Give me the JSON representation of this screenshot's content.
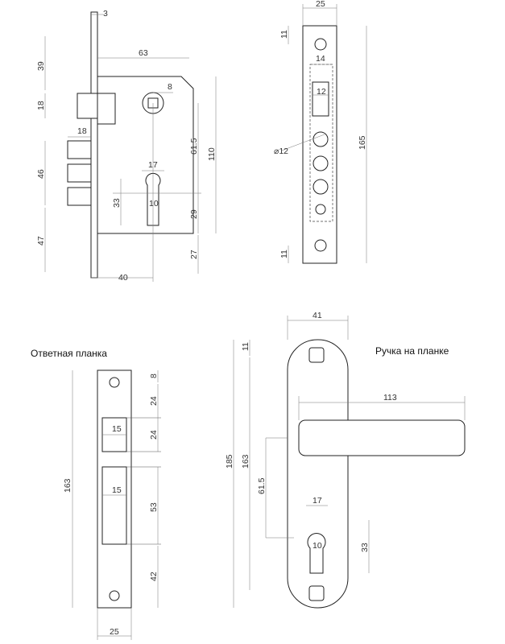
{
  "captions": {
    "strike_plate": "Ответная планка",
    "handle_on_plate": "Ручка на планке"
  },
  "lock_body": {
    "d3": "3",
    "d63": "63",
    "d8": "8",
    "d39": "39",
    "d18_left": "18",
    "d18_top": "18",
    "d46": "46",
    "d47": "47",
    "d61_5": "61.5",
    "d110": "110",
    "d17": "17",
    "d33": "33",
    "d10": "10",
    "d29": "29",
    "d27": "27",
    "d40": "40"
  },
  "faceplate": {
    "d25": "25",
    "d11_top": "11",
    "d14": "14",
    "d12": "12",
    "d12_dia": "⌀12",
    "d165": "165",
    "d11_bottom": "11"
  },
  "strike": {
    "d8": "8",
    "d24_a": "24",
    "d24_b": "24",
    "d15_a": "15",
    "d15_b": "15",
    "d53": "53",
    "d42": "42",
    "d163": "163",
    "d25": "25"
  },
  "handle": {
    "d41": "41",
    "d11": "11",
    "d113": "113",
    "d185": "185",
    "d163": "163",
    "d61_5": "61.5",
    "d17": "17",
    "d10": "10",
    "d33": "33"
  }
}
